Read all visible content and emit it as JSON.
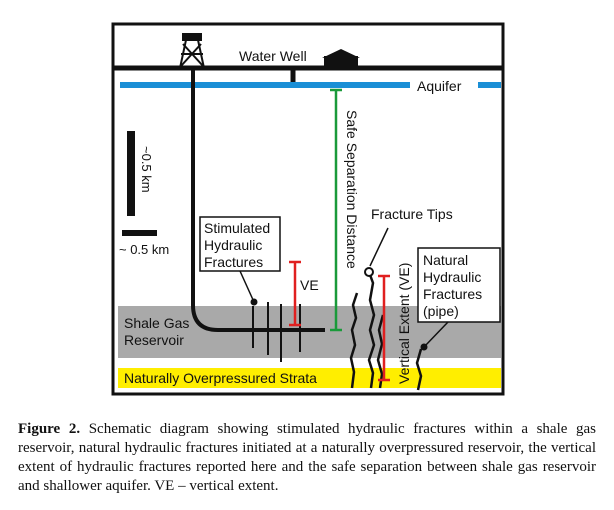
{
  "diagram": {
    "labels": {
      "water_well": "Water Well",
      "aquifer": "Aquifer",
      "safe_separation": "Safe Separation Distance",
      "fracture_tips": "Fracture Tips",
      "scale_vertical": "~0.5 km",
      "scale_horizontal": "~ 0.5 km",
      "stimulated": [
        "Stimulated",
        "Hydraulic",
        "Fractures"
      ],
      "ve": "VE",
      "vertical_extent": "Vertical Extent (VE)",
      "natural": [
        "Natural",
        "Hydraulic",
        "Fractures",
        "(pipe)"
      ],
      "shale": [
        "Shale Gas",
        "Reservoir"
      ],
      "overpressured": "Naturally Overpressured Strata"
    },
    "colors": {
      "aquifer": "#1a8fd6",
      "shale": "#a9a9a9",
      "strata": "#ffee00",
      "separation": "#1a9a3a",
      "extent": "#e02020",
      "ink": "#111111"
    }
  },
  "caption": {
    "label": "Figure 2.",
    "text": "Schematic diagram showing stimulated hydraulic fractures within a shale gas reservoir, natural hydraulic fractures initiated at a naturally overpressured reservoir, the vertical extent of hydraulic fractures reported here and the safe separation between shale gas reservoir and shallower aquifer. VE – vertical extent."
  }
}
